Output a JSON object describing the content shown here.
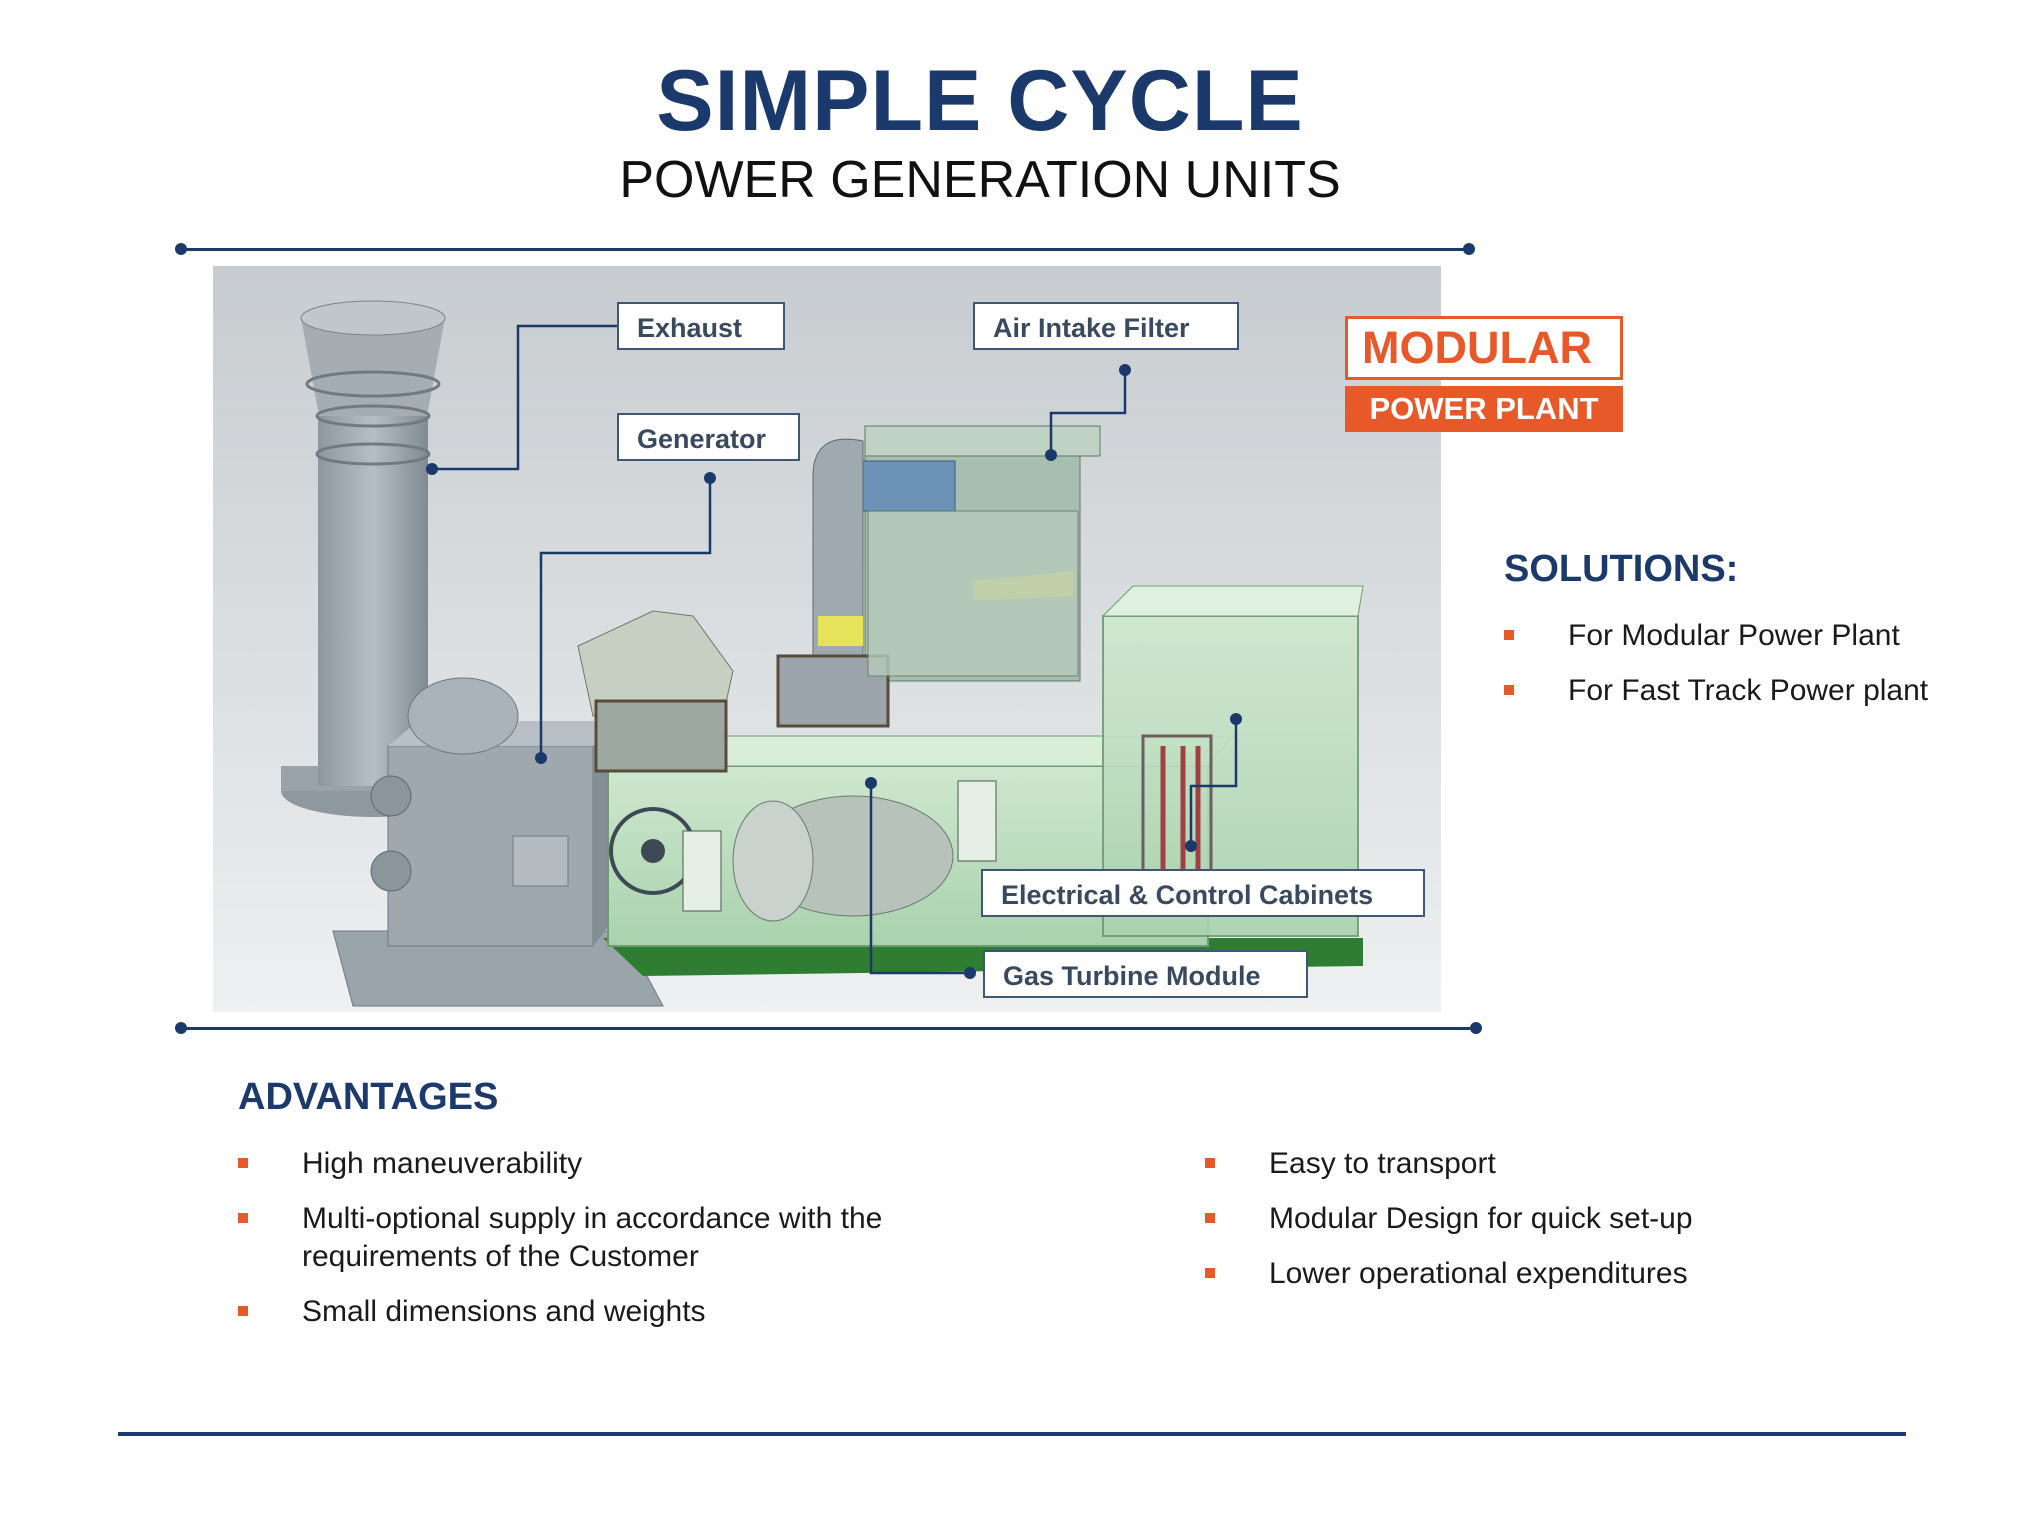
{
  "header": {
    "title": "SIMPLE CYCLE",
    "subtitle": "POWER GENERATION UNITS"
  },
  "diagram": {
    "callouts": {
      "exhaust": "Exhaust",
      "air_intake_filter": "Air Intake Filter",
      "generator": "Generator",
      "electrical_cabinets": "Electrical & Control Cabinets",
      "gas_turbine_module": "Gas Turbine Module"
    }
  },
  "badge": {
    "line1": "MODULAR",
    "line2": "POWER PLANT"
  },
  "solutions": {
    "heading": "SOLUTIONS:",
    "items": [
      "For Modular Power Plant",
      "For Fast Track Power plant"
    ]
  },
  "advantages": {
    "heading": "ADVANTAGES",
    "left_items": [
      "High maneuverability",
      "Multi-optional supply in accordance with the requirements of the Customer",
      "Small dimensions and weights"
    ],
    "right_items": [
      "Easy to transport",
      "Modular Design for quick set-up",
      "Lower operational expenditures"
    ]
  },
  "colors": {
    "navy": "#1b3a6b",
    "orange": "#e8592a",
    "skid_green": "#2e7d32"
  }
}
